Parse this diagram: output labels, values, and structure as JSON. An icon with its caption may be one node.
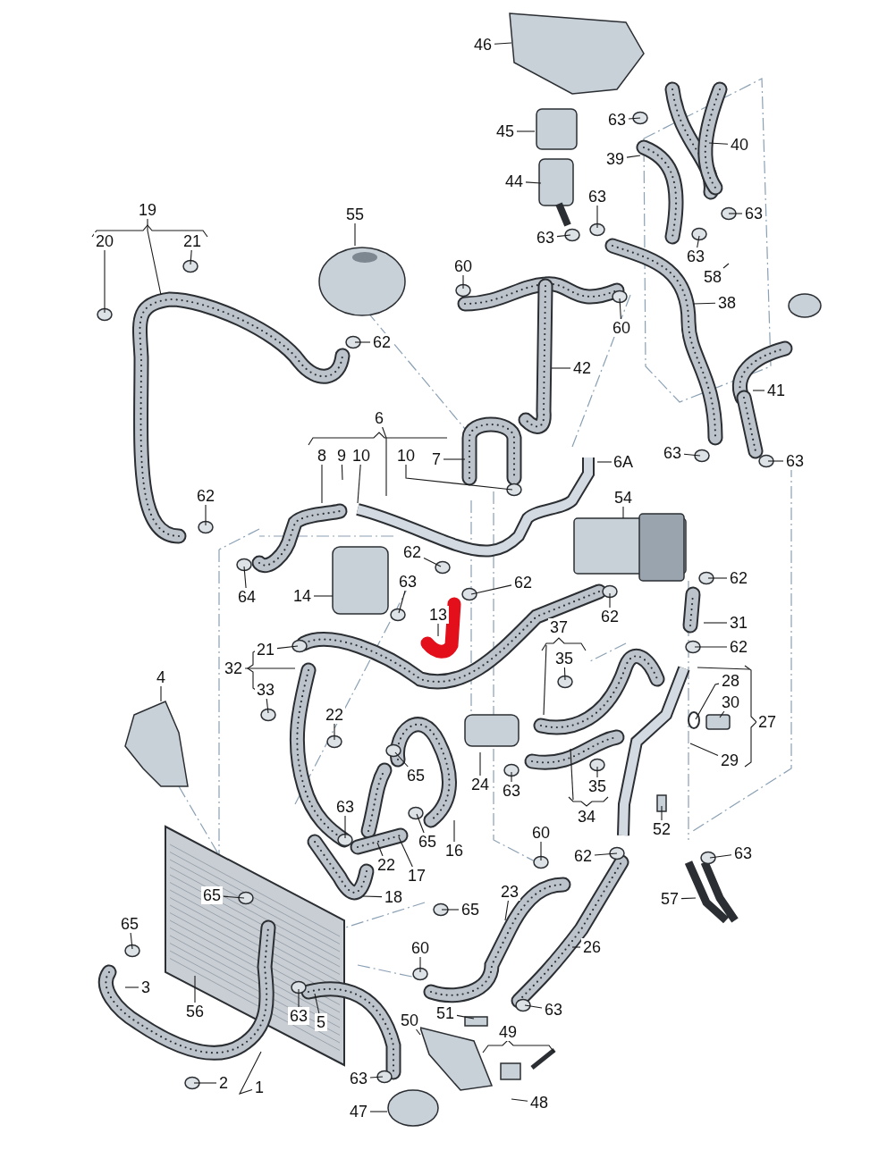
{
  "diagram": {
    "nodes": [
      {
        "text": [
          "46"
        ]
      },
      {
        "text": [
          "45"
        ]
      },
      {
        "text": [
          "63"
        ]
      },
      {
        "text": [
          "40"
        ]
      },
      {
        "text": [
          "39"
        ]
      },
      {
        "text": [
          "44"
        ]
      },
      {
        "text": [
          "63"
        ]
      },
      {
        "text": [
          "63"
        ]
      },
      {
        "text": [
          "19"
        ]
      },
      {
        "text": [
          "55"
        ]
      },
      {
        "text": [
          "20"
        ]
      },
      {
        "text": [
          "21"
        ]
      },
      {
        "text": [
          "63"
        ]
      },
      {
        "text": [
          "63"
        ]
      },
      {
        "text": [
          "60"
        ]
      },
      {
        "text": [
          "58"
        ]
      },
      {
        "text": [
          "38"
        ]
      },
      {
        "text": [
          "60"
        ]
      },
      {
        "text": [
          "62"
        ]
      },
      {
        "text": [
          "42"
        ]
      },
      {
        "text": [
          "41"
        ]
      },
      {
        "text": [
          "6"
        ]
      },
      {
        "text": [
          "8"
        ]
      },
      {
        "text": [
          "9"
        ]
      },
      {
        "text": [
          "10"
        ]
      },
      {
        "text": [
          "10"
        ]
      },
      {
        "text": [
          "7"
        ]
      },
      {
        "text": [
          "6A"
        ]
      },
      {
        "text": [
          "63"
        ]
      },
      {
        "text": [
          "63"
        ]
      },
      {
        "text": [
          "62"
        ]
      },
      {
        "text": [
          "54"
        ]
      },
      {
        "text": [
          "62"
        ]
      },
      {
        "text": [
          "62"
        ]
      },
      {
        "text": [
          "62"
        ]
      },
      {
        "text": [
          "63"
        ]
      },
      {
        "text": [
          "14"
        ]
      },
      {
        "text": [
          "64"
        ]
      },
      {
        "text": [
          "62"
        ]
      },
      {
        "text": [
          "13"
        ]
      },
      {
        "text": [
          "31"
        ]
      },
      {
        "text": [
          "37"
        ]
      },
      {
        "text": [
          "21"
        ]
      },
      {
        "text": [
          "62"
        ]
      },
      {
        "text": [
          "35"
        ]
      },
      {
        "text": [
          "32"
        ]
      },
      {
        "text": [
          "4"
        ]
      },
      {
        "text": [
          "33"
        ]
      },
      {
        "text": [
          "28"
        ]
      },
      {
        "text": [
          "30"
        ]
      },
      {
        "text": [
          "27"
        ]
      },
      {
        "text": [
          "22"
        ]
      },
      {
        "text": [
          "29"
        ]
      },
      {
        "text": [
          "65"
        ]
      },
      {
        "text": [
          "24"
        ]
      },
      {
        "text": [
          "63"
        ]
      },
      {
        "text": [
          "35"
        ]
      },
      {
        "text": [
          "34"
        ]
      },
      {
        "text": [
          "63"
        ]
      },
      {
        "text": [
          "52"
        ]
      },
      {
        "text": [
          "65"
        ]
      },
      {
        "text": [
          "16"
        ]
      },
      {
        "text": [
          "60"
        ]
      },
      {
        "text": [
          "62"
        ]
      },
      {
        "text": [
          "63"
        ]
      },
      {
        "text": [
          "22"
        ]
      },
      {
        "text": [
          "17"
        ]
      },
      {
        "text": [
          "18"
        ]
      },
      {
        "text": [
          "23"
        ]
      },
      {
        "text": [
          "65"
        ]
      },
      {
        "text": [
          "65"
        ]
      },
      {
        "text": [
          "57"
        ]
      },
      {
        "text": [
          "65"
        ]
      },
      {
        "text": [
          "26"
        ]
      },
      {
        "text": [
          "60"
        ]
      },
      {
        "text": [
          "3"
        ]
      },
      {
        "text": [
          "56"
        ]
      },
      {
        "text": [
          "51"
        ]
      },
      {
        "text": [
          "63"
        ]
      },
      {
        "text": [
          "63"
        ]
      },
      {
        "text": [
          "5"
        ]
      },
      {
        "text": [
          "50"
        ]
      },
      {
        "text": [
          "49"
        ]
      },
      {
        "text": [
          "63"
        ]
      },
      {
        "text": [
          "2"
        ]
      },
      {
        "text": [
          "1"
        ]
      },
      {
        "text": [
          "48"
        ]
      },
      {
        "text": [
          "47"
        ]
      }
    ],
    "edges": [
      {
        "from": 0,
        "to": null,
        "arrow": "none"
      },
      {
        "from": 1,
        "to": null,
        "arrow": "none"
      },
      {
        "from": 2,
        "to": null,
        "arrow": "none"
      },
      {
        "from": 3,
        "to": null,
        "arrow": "none"
      },
      {
        "from": 4,
        "to": null,
        "arrow": "none"
      },
      {
        "from": 5,
        "to": null,
        "arrow": "none"
      },
      {
        "from": 6,
        "to": null,
        "arrow": "none"
      },
      {
        "from": 7,
        "to": null,
        "arrow": "none"
      },
      {
        "from": 8,
        "to": null,
        "arrow": "none"
      },
      {
        "from": 9,
        "to": null,
        "arrow": "none"
      },
      {
        "from": 10,
        "to": null,
        "arrow": "none"
      },
      {
        "from": 11,
        "to": null,
        "arrow": "none"
      },
      {
        "from": 12,
        "to": null,
        "arrow": "none"
      },
      {
        "from": 13,
        "to": null,
        "arrow": "none"
      },
      {
        "from": 14,
        "to": null,
        "arrow": "none"
      },
      {
        "from": 15,
        "to": null,
        "arrow": "none"
      },
      {
        "from": 16,
        "to": null,
        "arrow": "none"
      },
      {
        "from": 17,
        "to": null,
        "arrow": "none"
      },
      {
        "from": 18,
        "to": null,
        "arrow": "none"
      },
      {
        "from": 19,
        "to": null,
        "arrow": "none"
      },
      {
        "from": 20,
        "to": null,
        "arrow": "none"
      },
      {
        "from": 21,
        "to": null,
        "arrow": "none"
      },
      {
        "from": 22,
        "to": null,
        "arrow": "none"
      },
      {
        "from": 23,
        "to": null,
        "arrow": "none"
      },
      {
        "from": 24,
        "to": null,
        "arrow": "none"
      },
      {
        "from": 25,
        "to": null,
        "arrow": "none"
      },
      {
        "from": 26,
        "to": null,
        "arrow": "none"
      },
      {
        "from": 27,
        "to": null,
        "arrow": "none"
      },
      {
        "from": 28,
        "to": null,
        "arrow": "none"
      },
      {
        "from": 29,
        "to": null,
        "arrow": "none"
      },
      {
        "from": 30,
        "to": null,
        "arrow": "none"
      },
      {
        "from": 31,
        "to": null,
        "arrow": "none"
      },
      {
        "from": 32,
        "to": null,
        "arrow": "none"
      },
      {
        "from": 33,
        "to": null,
        "arrow": "none"
      },
      {
        "from": 34,
        "to": null,
        "arrow": "none"
      },
      {
        "from": 35,
        "to": null,
        "arrow": "none"
      },
      {
        "from": 36,
        "to": null,
        "arrow": "none"
      },
      {
        "from": 37,
        "to": null,
        "arrow": "none"
      },
      {
        "from": 38,
        "to": null,
        "arrow": "none"
      },
      {
        "from": 39,
        "to": null,
        "arrow": "none"
      },
      {
        "from": 40,
        "to": null,
        "arrow": "none"
      },
      {
        "from": 42,
        "to": null,
        "arrow": "none"
      },
      {
        "from": 43,
        "to": null,
        "arrow": "none"
      },
      {
        "from": 44,
        "to": null,
        "arrow": "none"
      },
      {
        "from": 45,
        "to": null,
        "arrow": "none"
      },
      {
        "from": 46,
        "to": null,
        "arrow": "none"
      },
      {
        "from": 47,
        "to": null,
        "arrow": "none"
      },
      {
        "from": 48,
        "to": null,
        "arrow": "none"
      },
      {
        "from": 49,
        "to": null,
        "arrow": "none"
      },
      {
        "from": 51,
        "to": null,
        "arrow": "none"
      },
      {
        "from": 52,
        "to": null,
        "arrow": "none"
      },
      {
        "from": 53,
        "to": null,
        "arrow": "none"
      },
      {
        "from": 54,
        "to": null,
        "arrow": "none"
      },
      {
        "from": 55,
        "to": null,
        "arrow": "none"
      },
      {
        "from": 56,
        "to": null,
        "arrow": "none"
      },
      {
        "from": 58,
        "to": null,
        "arrow": "none"
      },
      {
        "from": 59,
        "to": null,
        "arrow": "none"
      },
      {
        "from": 60,
        "to": null,
        "arrow": "none"
      },
      {
        "from": 61,
        "to": null,
        "arrow": "none"
      },
      {
        "from": 62,
        "to": null,
        "arrow": "none"
      },
      {
        "from": 63,
        "to": null,
        "arrow": "none"
      },
      {
        "from": 64,
        "to": null,
        "arrow": "none"
      },
      {
        "from": 65,
        "to": null,
        "arrow": "none"
      },
      {
        "from": 66,
        "to": null,
        "arrow": "none"
      },
      {
        "from": 67,
        "to": null,
        "arrow": "none"
      },
      {
        "from": 68,
        "to": null,
        "arrow": "none"
      },
      {
        "from": 69,
        "to": null,
        "arrow": "none"
      },
      {
        "from": 70,
        "to": null,
        "arrow": "none"
      },
      {
        "from": 71,
        "to": null,
        "arrow": "none"
      },
      {
        "from": 72,
        "to": null,
        "arrow": "none"
      },
      {
        "from": 73,
        "to": null,
        "arrow": "none"
      },
      {
        "from": 74,
        "to": null,
        "arrow": "none"
      },
      {
        "from": 75,
        "to": null,
        "arrow": "none"
      },
      {
        "from": 76,
        "to": null,
        "arrow": "none"
      },
      {
        "from": 77,
        "to": null,
        "arrow": "none"
      },
      {
        "from": 78,
        "to": null,
        "arrow": "none"
      },
      {
        "from": 79,
        "to": null,
        "arrow": "none"
      },
      {
        "from": 80,
        "to": null,
        "arrow": "none"
      },
      {
        "from": 81,
        "to": null,
        "arrow": "none"
      },
      {
        "from": 83,
        "to": null,
        "arrow": "none"
      },
      {
        "from": 84,
        "to": null,
        "arrow": "none"
      },
      {
        "from": 85,
        "to": null,
        "arrow": "none"
      },
      {
        "from": 86,
        "to": null,
        "arrow": "none"
      },
      {
        "from": 87,
        "to": null,
        "arrow": "none"
      }
    ]
  }
}
